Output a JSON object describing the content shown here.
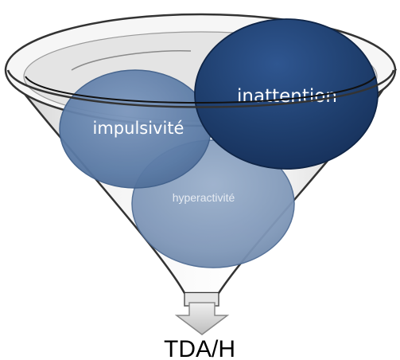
{
  "diagram": {
    "labels": {
      "inattention": "inattention",
      "impulsivite": "impulsivité",
      "hyperactivite": "hyperactivité",
      "result": "TDA/H"
    },
    "colors": {
      "funnel_outline": "#333333",
      "funnel_fill": "#f2f2f2",
      "funnel_shadow": "#d9d9d9",
      "circle_dark": "#1f3f6e",
      "circle_medium": "#5a7aa5",
      "circle_light": "#7f97b8",
      "label_on_dark": "#ffffff",
      "label_on_light": "#e6ebf2",
      "arrow_fill": "#d9d9d9",
      "arrow_stroke": "#888888",
      "result_text": "#000000"
    }
  }
}
